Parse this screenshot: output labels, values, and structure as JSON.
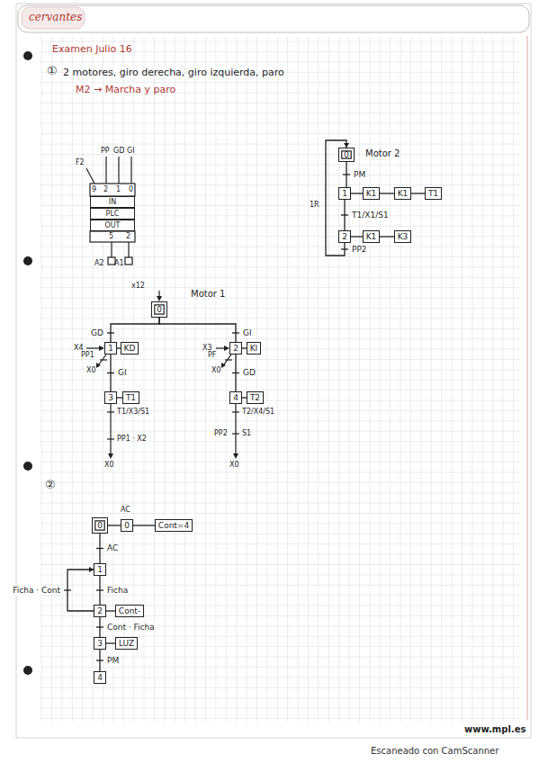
{
  "diagram": {
    "title": "Examen Julio 16",
    "nodes": [
      {
        "text": [
          "IN"
        ]
      },
      {
        "text": [
          "PLC"
        ]
      },
      {
        "text": [
          "OUT"
        ]
      },
      {
        "text": [
          "0"
        ]
      },
      {
        "text": [
          "1"
        ]
      },
      {
        "text": [
          "K1"
        ]
      },
      {
        "text": [
          "K1"
        ]
      },
      {
        "text": [
          "T1"
        ]
      },
      {
        "text": [
          "2"
        ]
      },
      {
        "text": [
          "K1"
        ]
      },
      {
        "text": [
          "K3"
        ]
      },
      {
        "text": [
          "0"
        ]
      },
      {
        "text": [
          "1"
        ]
      },
      {
        "text": [
          "KD"
        ]
      },
      {
        "text": [
          "3"
        ]
      },
      {
        "text": [
          "T1"
        ]
      },
      {
        "text": [
          "2"
        ]
      },
      {
        "text": [
          "KI"
        ]
      },
      {
        "text": [
          "4"
        ]
      },
      {
        "text": [
          "T2"
        ]
      },
      {
        "text": [
          "0"
        ]
      },
      {
        "text": [
          "0"
        ]
      },
      {
        "text": [
          "Cont=4"
        ]
      },
      {
        "text": [
          "1"
        ]
      },
      {
        "text": [
          "2"
        ]
      },
      {
        "text": [
          "Cont-"
        ]
      },
      {
        "text": [
          "3"
        ]
      },
      {
        "text": [
          "LUZ"
        ]
      },
      {
        "text": [
          "4"
        ]
      }
    ],
    "edges": [
      {
        "from": 3,
        "to": 4,
        "label": "PM",
        "arrow": "none"
      },
      {
        "from": 4,
        "to": 5,
        "arrow": "none"
      },
      {
        "from": 5,
        "to": 6,
        "arrow": "none"
      },
      {
        "from": 6,
        "to": 7,
        "arrow": "none"
      },
      {
        "from": 4,
        "to": 8,
        "label": "T1/X1/S1",
        "arrow": "none"
      },
      {
        "from": 8,
        "to": 9,
        "arrow": "none"
      },
      {
        "from": 9,
        "to": 10,
        "arrow": "none"
      },
      {
        "from": 8,
        "to": 3,
        "label": "PP2",
        "arrow": "to"
      },
      {
        "from": 11,
        "to": 12,
        "label": "GD",
        "arrow": "none"
      },
      {
        "from": 11,
        "to": 16,
        "label": "GI",
        "arrow": "none"
      },
      {
        "from": 12,
        "to": 13,
        "arrow": "none"
      },
      {
        "from": 12,
        "to": 14,
        "label": "GI",
        "arrow": "none"
      },
      {
        "from": 14,
        "to": 15,
        "arrow": "none"
      },
      {
        "from": 16,
        "to": 17,
        "arrow": "none"
      },
      {
        "from": 16,
        "to": 18,
        "label": "GD",
        "arrow": "none"
      },
      {
        "from": 18,
        "to": 19,
        "arrow": "none"
      },
      {
        "from": 20,
        "to": 21,
        "arrow": "none"
      },
      {
        "from": 21,
        "to": 22,
        "arrow": "none"
      },
      {
        "from": 20,
        "to": 23,
        "label": "AC",
        "arrow": "none"
      },
      {
        "from": 23,
        "to": 24,
        "label": "Ficha",
        "arrow": "none"
      },
      {
        "from": 24,
        "to": 25,
        "arrow": "none"
      },
      {
        "from": 24,
        "to": 26,
        "label": "Cont · Ficha",
        "arrow": "none"
      },
      {
        "from": 26,
        "to": 27,
        "arrow": "none"
      },
      {
        "from": 26,
        "to": 28,
        "label": "PM",
        "arrow": "none"
      },
      {
        "from": 24,
        "to": 23,
        "label": "Ficha · Cont",
        "arrow": "to"
      }
    ],
    "labels": [
      "cervantes",
      "①",
      "2 motores, giro derecha, giro izquierda, paro",
      "M2 → Marcha y paro",
      "F2",
      "PP",
      "GD",
      "GI",
      "9",
      "2",
      "1",
      "0",
      "5",
      "2",
      "A2",
      "A1",
      "Motor 2",
      "1R",
      "Motor 1",
      "x12",
      "X4",
      "PP1",
      "X0",
      "T1/X3/S1",
      "PP1 · X2",
      "X0",
      "X3",
      "PF",
      "X0",
      "T2/X4/S1",
      "PP2",
      "S1",
      "X0",
      "②",
      "AC",
      "www.mpl.es",
      "Escaneado con CamScanner"
    ]
  }
}
